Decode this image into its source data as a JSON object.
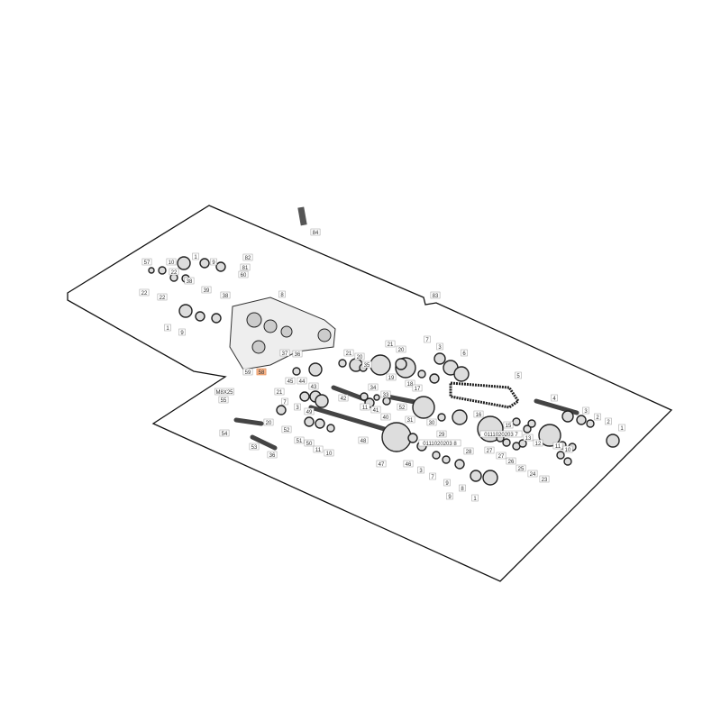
{
  "diagram": {
    "highlight_color": "#f6b48a",
    "highlighted_part": "58",
    "callouts": [
      "84",
      "83",
      "57",
      "10",
      "1",
      "9",
      "22",
      "22",
      "22",
      "38",
      "82",
      "81",
      "60",
      "39",
      "38",
      "8",
      "1",
      "9",
      "37",
      "36",
      "59",
      "58",
      "M8X25",
      "55",
      "21",
      "7",
      "3",
      "20",
      "52",
      "54",
      "53",
      "36",
      "51",
      "50",
      "11",
      "10",
      "45",
      "44",
      "43",
      "42",
      "49",
      "21",
      "20",
      "21",
      "20",
      "35",
      "7",
      "3",
      "6",
      "19",
      "18",
      "17",
      "34",
      "33",
      "11",
      "41",
      "52",
      "40",
      "31",
      "30",
      "29",
      "48",
      "47",
      "46",
      "3",
      "7",
      "9",
      "9",
      "0111020203 8",
      "5",
      "4",
      "16",
      "15",
      "0111020203 7",
      "13",
      "12",
      "28",
      "27",
      "27",
      "26",
      "25",
      "3",
      "2",
      "2",
      "1",
      "11",
      "10",
      "24",
      "23",
      "8",
      "1"
    ]
  }
}
